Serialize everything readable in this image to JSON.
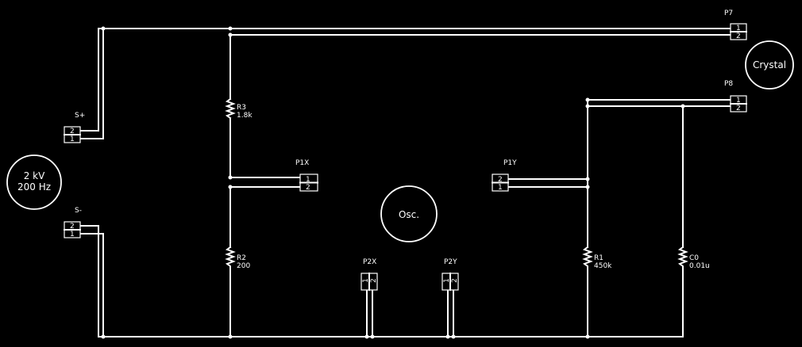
{
  "sources": {
    "generator": {
      "line1": "2 kV",
      "line2": "200 Hz"
    },
    "plus_label": "S+",
    "minus_label": "S-"
  },
  "instruments": {
    "oscilloscope": "Osc.",
    "crystal": "Crystal"
  },
  "connectors": {
    "p7": {
      "name": "P7",
      "pin1": "1",
      "pin2": "2"
    },
    "p8": {
      "name": "P8",
      "pin1": "1",
      "pin2": "2"
    },
    "p1x": {
      "name": "P1X",
      "pin1": "1",
      "pin2": "2"
    },
    "p1y": {
      "name": "P1Y",
      "pin1": "1",
      "pin2": "2"
    },
    "p2x": {
      "name": "P2X",
      "pin1": "1",
      "pin2": "2"
    },
    "p2y": {
      "name": "P2Y",
      "pin1": "1",
      "pin2": "2"
    },
    "splus": {
      "pin1": "1",
      "pin2": "2"
    },
    "sminus": {
      "pin1": "1",
      "pin2": "2"
    }
  },
  "components": {
    "r3": {
      "name": "R3",
      "value": "1.8k"
    },
    "r2": {
      "name": "R2",
      "value": "200"
    },
    "r1": {
      "name": "R1",
      "value": "450k"
    },
    "c0": {
      "name": "C0",
      "value": "0.01u"
    }
  }
}
